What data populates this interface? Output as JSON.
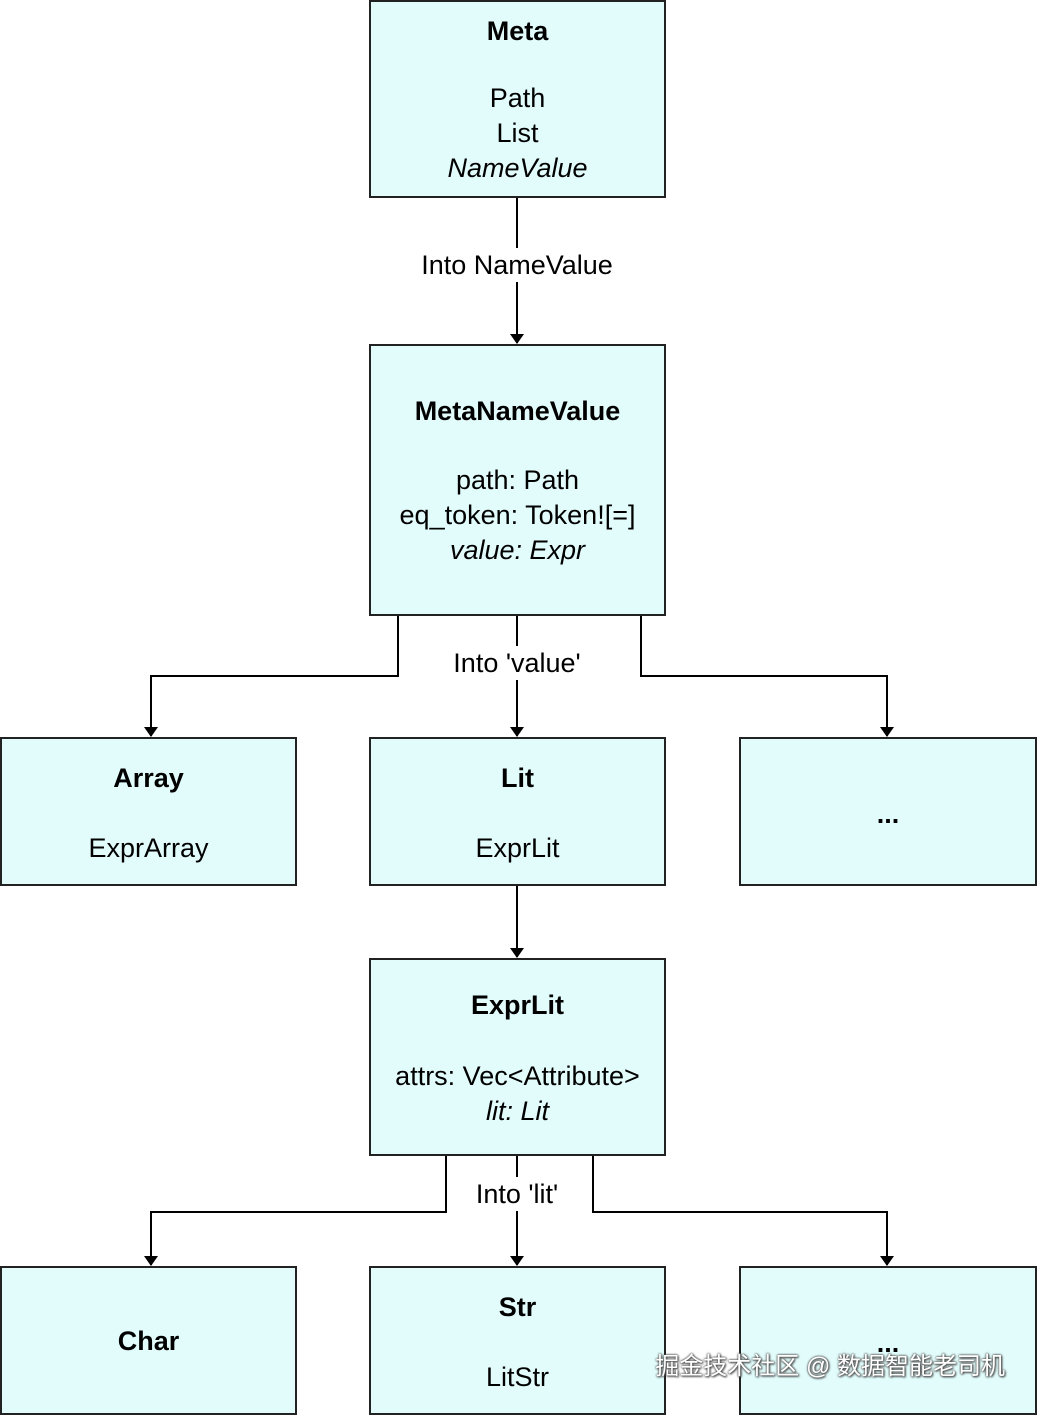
{
  "nodes": {
    "meta": {
      "title": "Meta",
      "lines": [
        "Path",
        "List"
      ],
      "italic_line": "NameValue"
    },
    "meta_name_value": {
      "title": "MetaNameValue",
      "lines": [
        "path: Path",
        "eq_token: Token![=]"
      ],
      "italic_line": "value: Expr"
    },
    "array": {
      "title": "Array",
      "lines": [
        "ExprArray"
      ]
    },
    "lit": {
      "title": "Lit",
      "lines": [
        "ExprLit"
      ]
    },
    "more_1": {
      "title": "..."
    },
    "expr_lit": {
      "title": "ExprLit",
      "lines": [
        "attrs: Vec<Attribute>"
      ],
      "italic_line": "lit: Lit"
    },
    "char": {
      "title": "Char"
    },
    "str": {
      "title": "Str",
      "lines": [
        "LitStr"
      ]
    },
    "more_2": {
      "title": "..."
    }
  },
  "edges": {
    "into_name_value": "Into NameValue",
    "into_value": "Into 'value'",
    "into_lit": "Into 'lit'"
  },
  "watermark": "掘金技术社区 @ 数据智能老司机",
  "colors": {
    "box_fill": "#e2fcfc",
    "box_border": "#222222",
    "line": "#000000"
  }
}
